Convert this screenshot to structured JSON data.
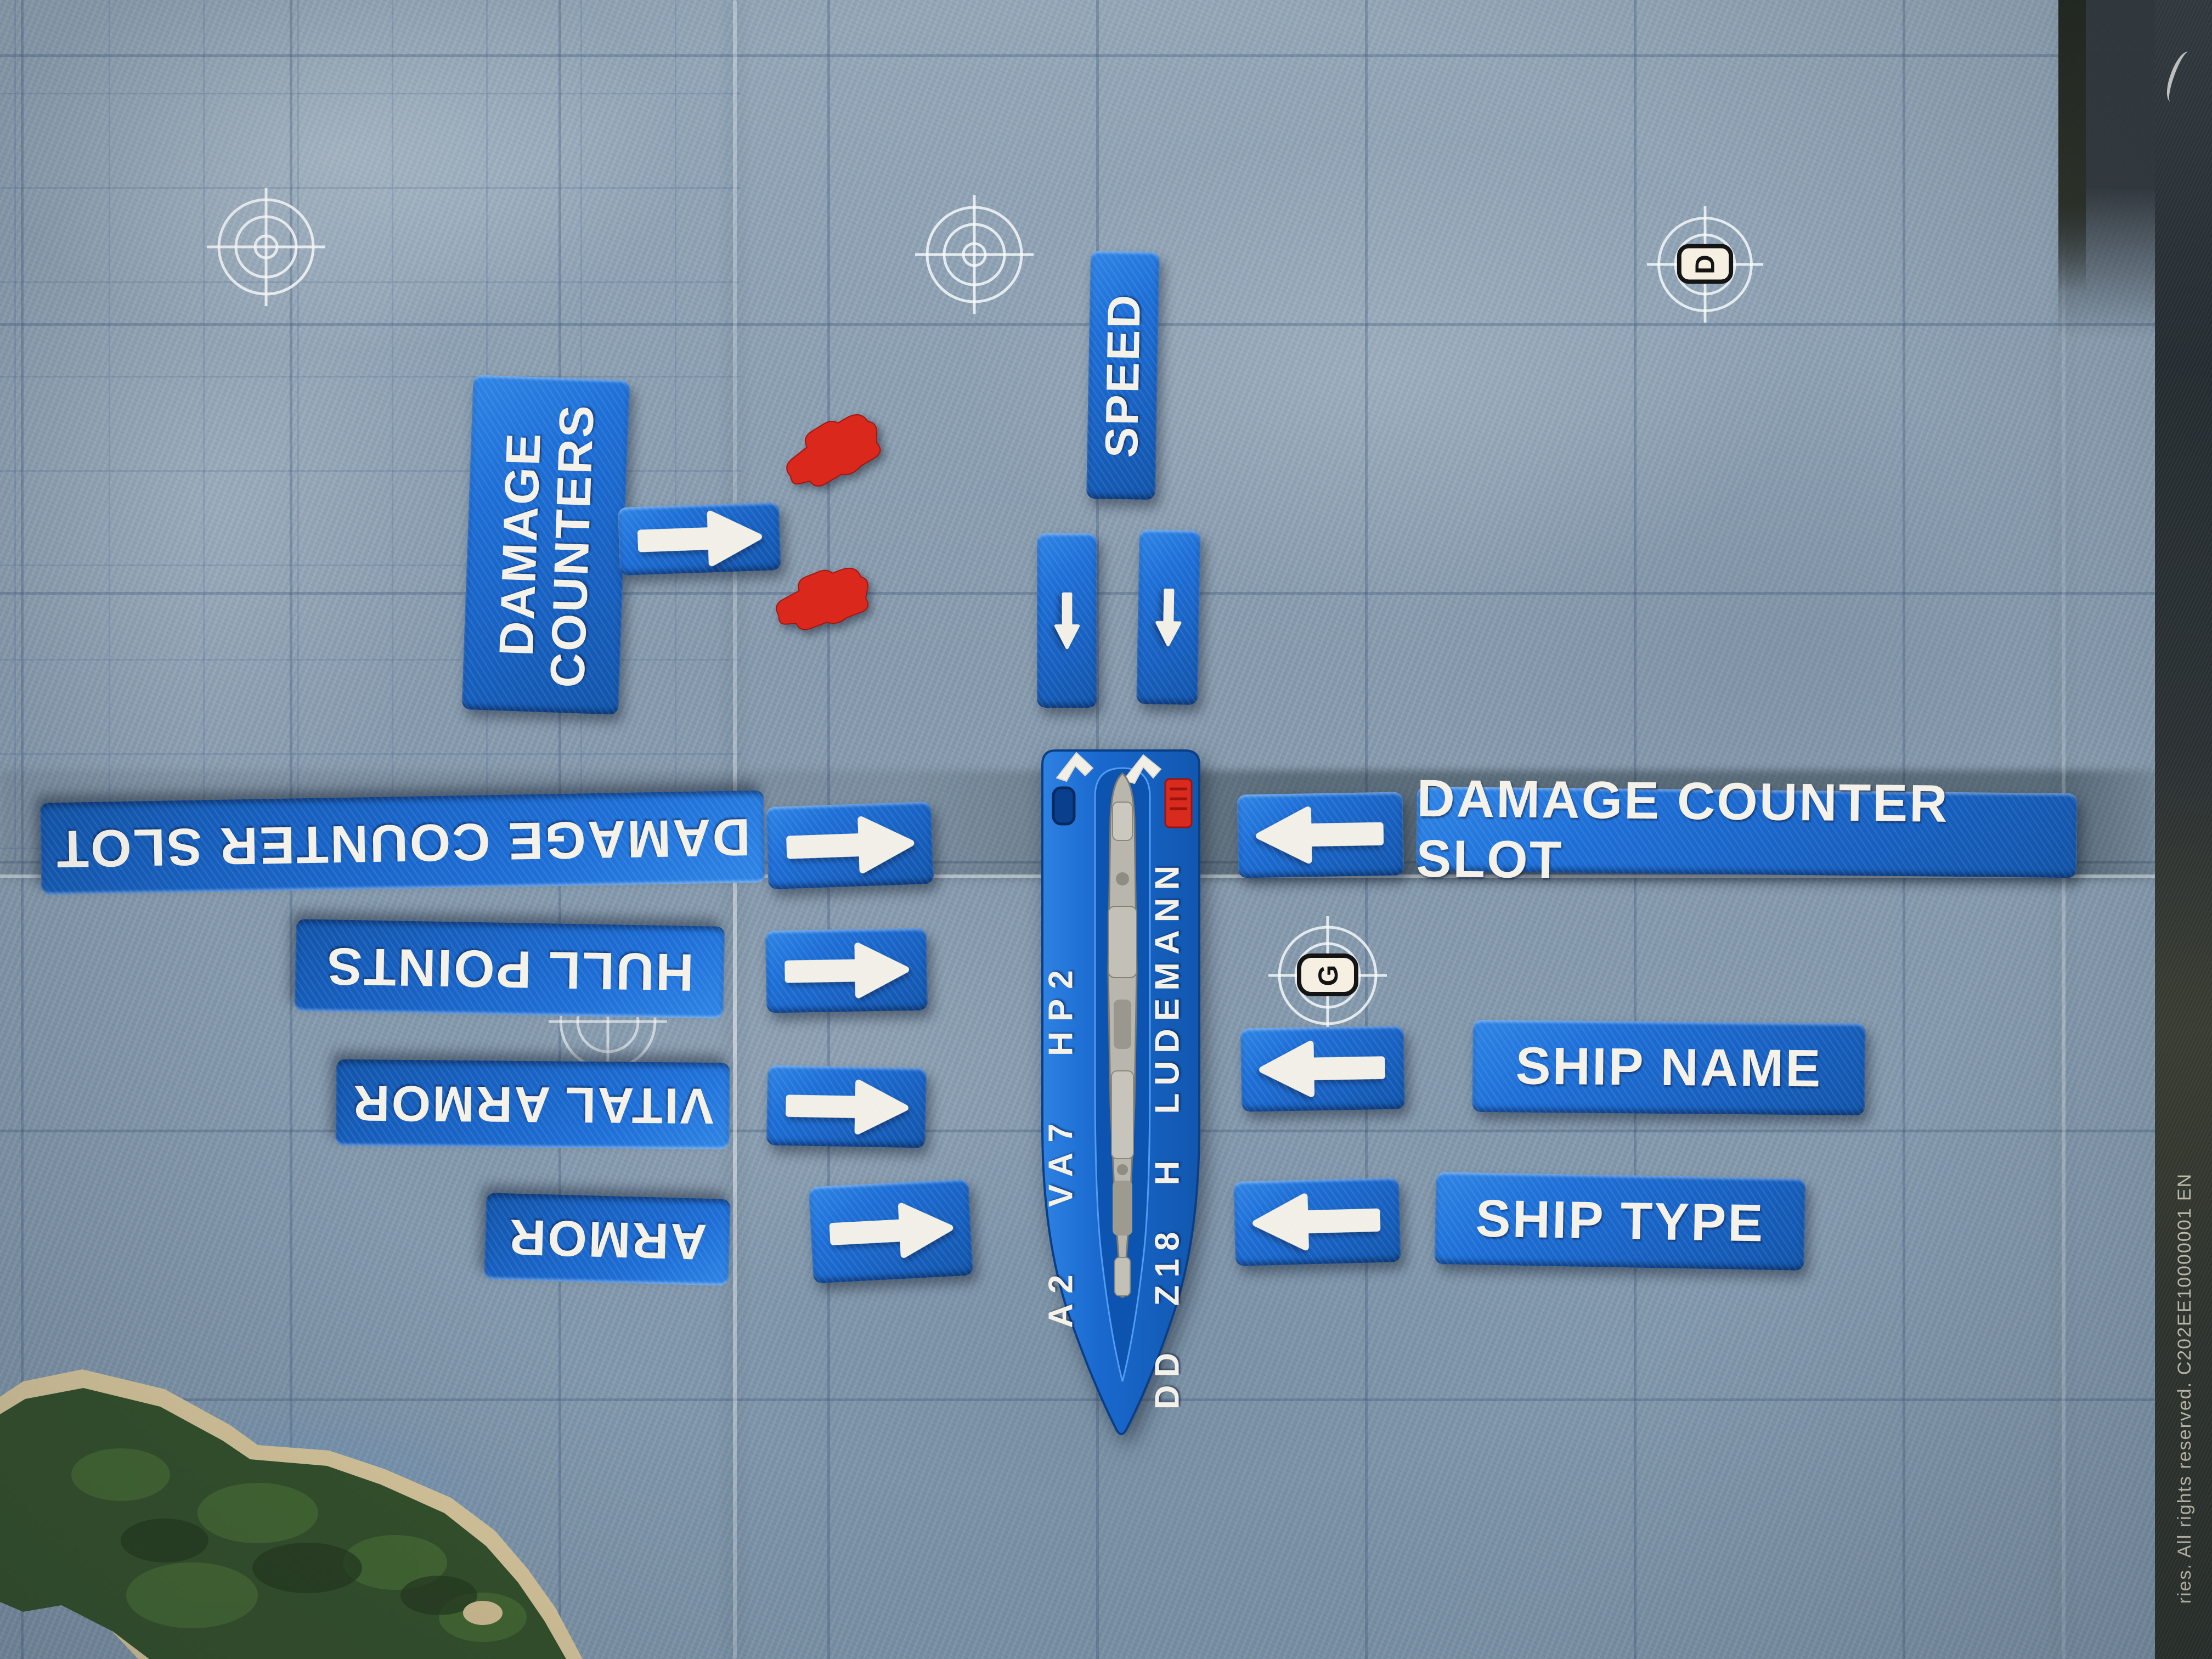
{
  "labels": {
    "damage_counters_line1": "DAMAGE",
    "damage_counters_line2": "COUNTERS",
    "speed": "SPEED",
    "damage_counter_slot_left": "DAMAGE COUNTER SLOT",
    "damage_counter_slot_right": "DAMAGE COUNTER SLOT",
    "hull_points": "HULL POINTS",
    "vital_armor": "VITAL ARMOR",
    "armor": "ARMOR",
    "ship_name": "SHIP NAME",
    "ship_type": "SHIP TYPE"
  },
  "ship_base": {
    "stats": "A2 VA7 HP2",
    "name": "DD Z18 H LUDEMANN"
  },
  "map": {
    "reference_marker_letter_top_right": "D",
    "reference_marker_letter_center": "G",
    "edge_text": "ries.  All rights reserved.    C202EE10000001    EN"
  },
  "pieces": {
    "arrow_tiles": [
      {
        "id": "arrow-right-damage-counters",
        "direction": "right"
      },
      {
        "id": "arrow-down-speed-1",
        "direction": "down"
      },
      {
        "id": "arrow-down-speed-2",
        "direction": "down"
      },
      {
        "id": "arrow-right-damage-counter-slot",
        "direction": "right"
      },
      {
        "id": "arrow-right-hull-points",
        "direction": "right"
      },
      {
        "id": "arrow-right-vital-armor",
        "direction": "right"
      },
      {
        "id": "arrow-right-armor",
        "direction": "right"
      },
      {
        "id": "arrow-left-damage-counter-slot",
        "direction": "left"
      },
      {
        "id": "arrow-left-ship-name",
        "direction": "left"
      },
      {
        "id": "arrow-left-ship-type",
        "direction": "left"
      }
    ],
    "red_damage_counters": 2
  },
  "colors": {
    "tile_blue": "#1b69cf",
    "tile_blue_dark": "#0f55ab",
    "arrow_white": "#f2efe7",
    "counter_red": "#da291c",
    "water_base": "#8497aa",
    "grid_line": "#3a5478",
    "island_green": "#33502a",
    "island_sand": "#d8c79c",
    "map_edge_dark": "#2b3134",
    "ship_model_gray": "#b6b4ab"
  }
}
